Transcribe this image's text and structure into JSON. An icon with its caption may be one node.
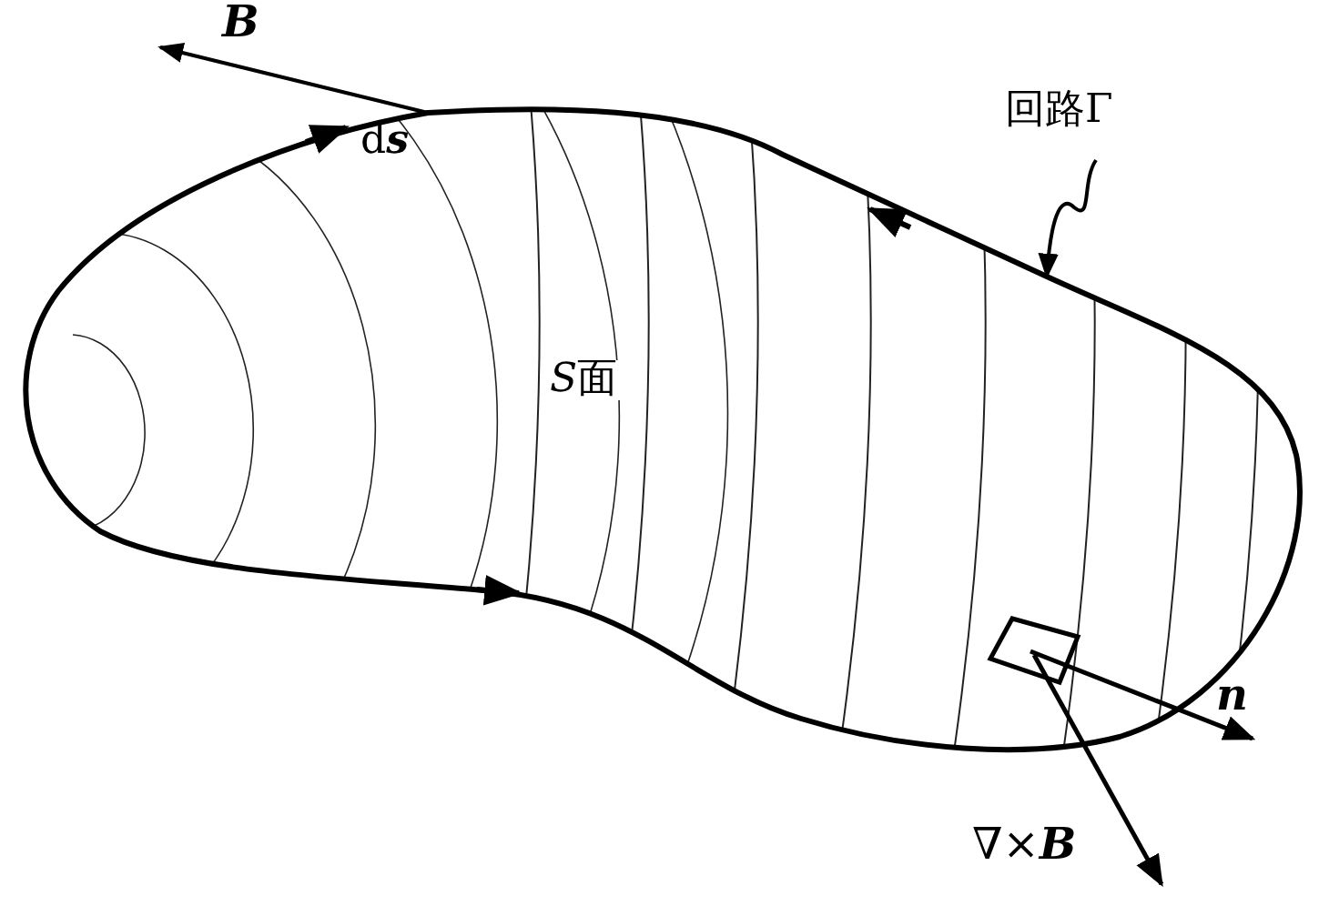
{
  "diagram": {
    "nodes": [
      {
        "text": [
          "S面"
        ]
      },
      {
        "text": [
          "回路Γ"
        ]
      }
    ],
    "edges": [
      {
        "from": 1,
        "to": 0,
        "arrow": "to"
      }
    ],
    "labels": [
      "B",
      "d**s**",
      "n",
      "∇×**B**"
    ]
  }
}
